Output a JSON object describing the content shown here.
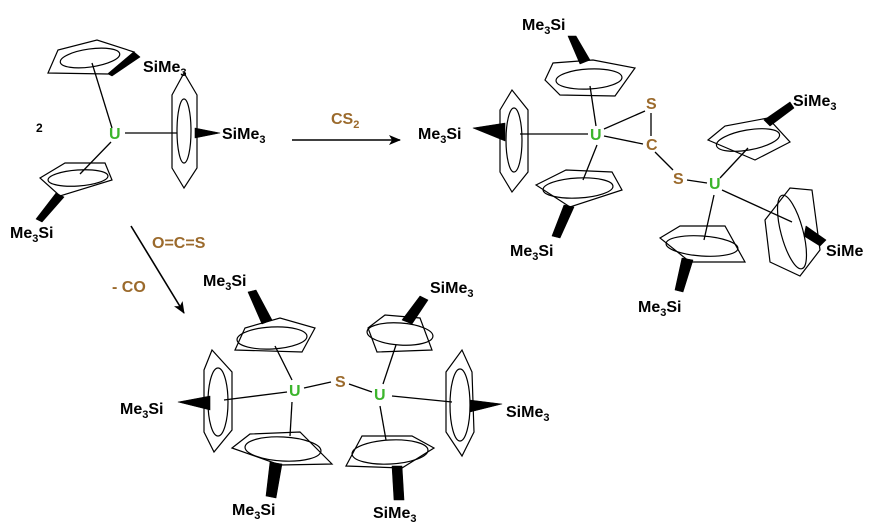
{
  "colors": {
    "metal": "#3cb52c",
    "heteroatom": "#9b6a2c",
    "bond": "#000000"
  },
  "labels": {
    "coefficient": "2",
    "metal": "U",
    "silyl_left_a": "Me",
    "silyl_left_sub": "3",
    "silyl_left_b": "Si",
    "silyl_right_a": "SiMe",
    "silyl_right_sub": "3",
    "silyl_truncated": "SiMe",
    "sulfur": "S",
    "carbon": "C"
  },
  "reagents": {
    "cs2_main": "CS",
    "cs2_sub": "2",
    "cos": "O=C=S",
    "minus_co": "- CO"
  }
}
